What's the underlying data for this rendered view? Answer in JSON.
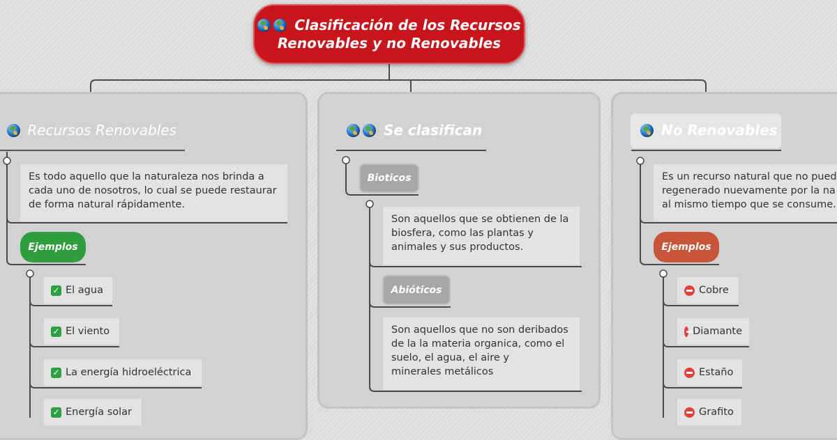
{
  "root": {
    "title_line1": "Clasificación de los Recursos",
    "title_line2": "Renovables y no Renovables"
  },
  "renovables": {
    "title": "Recursos Renovables",
    "description_lines": [
      "Es todo aquello que la naturaleza nos brinda a",
      "cada uno de nosotros, lo cual se puede restaurar",
      "de forma natural  rápidamente."
    ],
    "examples_label": "Ejemplos",
    "examples": [
      "El agua",
      "El viento",
      "La energía hidroeléctrica",
      "Energía solar"
    ]
  },
  "clasifican": {
    "title": "Se clasifican",
    "bioticos": {
      "label": "Bioticos",
      "description_lines": [
        "Son aquellos que se obtienen de la",
        "biosfera, como las plantas y",
        "animales y sus productos."
      ]
    },
    "abioticos": {
      "label": "Abióticos",
      "description_lines": [
        "Son aquellos que no son deribados",
        "de la la materia organica, como el",
        "suelo, el agua, el aire y",
        "minerales metálicos"
      ]
    }
  },
  "no_renovables": {
    "title": "No Renovables",
    "description_lines": [
      "Es un recurso natural que no pued",
      "regenerado nuevamente por la na",
      "al mismo tiempo que se consume."
    ],
    "examples_label": "Ejemplos",
    "examples": [
      "Cobre",
      "Diamante",
      "Estaño",
      "Grafito"
    ]
  },
  "colors": {
    "root": "#c8141b",
    "green_pill": "#2f9e3d",
    "orange_pill": "#c8553a",
    "gray_pill": "#a7a7a7",
    "panel": "#d2d2d2"
  },
  "icons": [
    "globe-icon",
    "check-icon",
    "minus-circle-icon"
  ]
}
